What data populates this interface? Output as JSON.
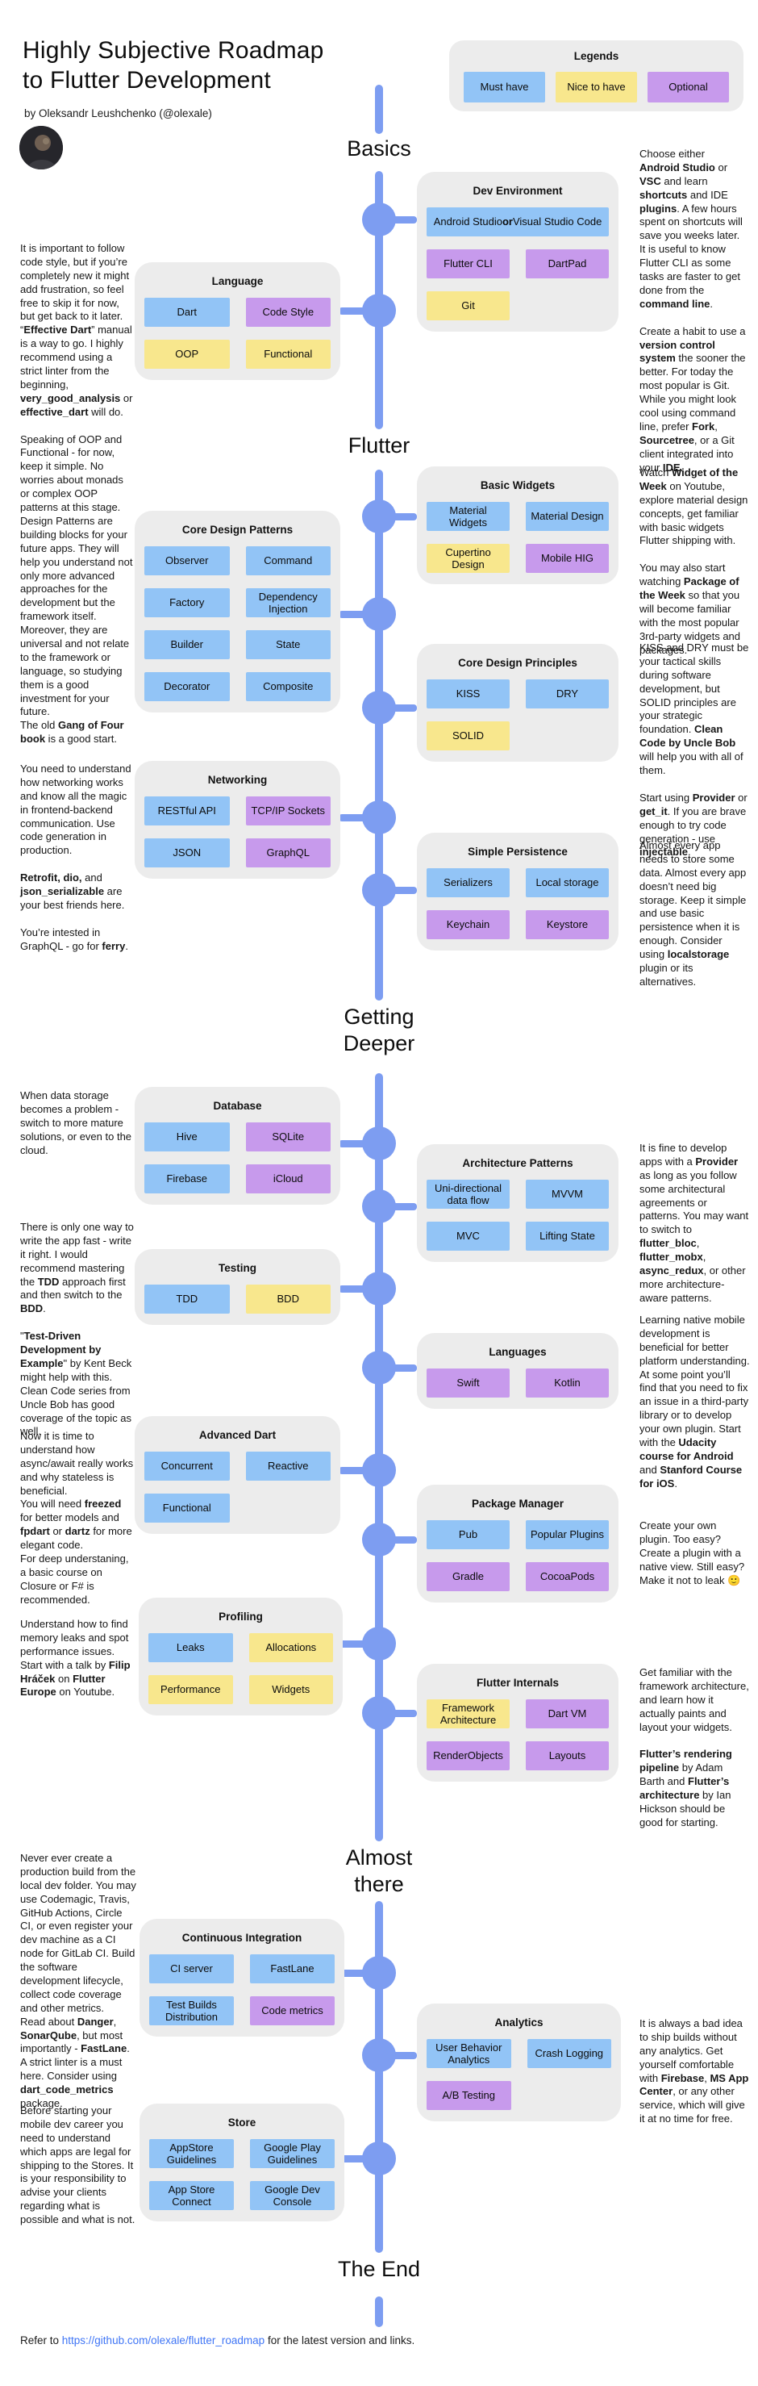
{
  "page": {
    "title_display": "Highly Subjective Roadmap\nto Flutter Development",
    "byline": "by Oleksandr Leushchenko (@olexale)",
    "footer_prefix": "Refer to ",
    "footer_link": "https://github.com/olexale/flutter_roadmap",
    "footer_suffix": " for the latest version and links."
  },
  "colors": {
    "must": "#92C4F6",
    "nice": "#F8E78D",
    "optional": "#C79AEC",
    "timeline": "#7D9DF1",
    "group_bg": "#ECECEC",
    "link": "#4076F6"
  },
  "legend": {
    "title": "Legends",
    "items": [
      {
        "label": "Must have",
        "type": "must"
      },
      {
        "label": "Nice to have",
        "type": "nice"
      },
      {
        "label": "Optional",
        "type": "optional"
      }
    ]
  },
  "milestones": [
    {
      "label": "Basics"
    },
    {
      "label": "Flutter"
    },
    {
      "label": "Getting\nDeeper"
    },
    {
      "label": "Almost\nthere"
    },
    {
      "label": "The End"
    }
  ],
  "groups": [
    {
      "id": "dev-environment",
      "title": "Dev Environment",
      "chips": [
        {
          "label": "Android Studio <b>or</b> Visual Studio Code",
          "type": "must",
          "wide": true
        },
        {
          "label": "Flutter CLI",
          "type": "optional"
        },
        {
          "label": "DartPad",
          "type": "optional"
        },
        {
          "label": "Git",
          "type": "nice"
        }
      ]
    },
    {
      "id": "language",
      "title": "Language",
      "chips": [
        {
          "label": "Dart",
          "type": "must"
        },
        {
          "label": "Code Style",
          "type": "optional"
        },
        {
          "label": "OOP",
          "type": "nice"
        },
        {
          "label": "Functional",
          "type": "nice"
        }
      ]
    },
    {
      "id": "basic-widgets",
      "title": "Basic Widgets",
      "chips": [
        {
          "label": "Material Widgets",
          "type": "must"
        },
        {
          "label": "Material Design",
          "type": "must"
        },
        {
          "label": "Cupertino Design",
          "type": "nice"
        },
        {
          "label": "Mobile HIG",
          "type": "optional"
        }
      ]
    },
    {
      "id": "core-design-patterns",
      "title": "Core Design Patterns",
      "chips": [
        {
          "label": "Observer",
          "type": "must"
        },
        {
          "label": "Command",
          "type": "must"
        },
        {
          "label": "Factory",
          "type": "must"
        },
        {
          "label": "Dependency Injection",
          "type": "must"
        },
        {
          "label": "Builder",
          "type": "must"
        },
        {
          "label": "State",
          "type": "must"
        },
        {
          "label": "Decorator",
          "type": "must"
        },
        {
          "label": "Composite",
          "type": "must"
        }
      ]
    },
    {
      "id": "core-design-principles",
      "title": "Core Design Principles",
      "chips": [
        {
          "label": "KISS",
          "type": "must"
        },
        {
          "label": "DRY",
          "type": "must"
        },
        {
          "label": "SOLID",
          "type": "nice"
        }
      ]
    },
    {
      "id": "networking",
      "title": "Networking",
      "chips": [
        {
          "label": "RESTful API",
          "type": "must"
        },
        {
          "label": "TCP/IP Sockets",
          "type": "optional"
        },
        {
          "label": "JSON",
          "type": "must"
        },
        {
          "label": "GraphQL",
          "type": "optional"
        }
      ]
    },
    {
      "id": "simple-persistence",
      "title": "Simple Persistence",
      "chips": [
        {
          "label": "Serializers",
          "type": "must"
        },
        {
          "label": "Local storage",
          "type": "must"
        },
        {
          "label": "Keychain",
          "type": "optional"
        },
        {
          "label": "Keystore",
          "type": "optional"
        }
      ]
    },
    {
      "id": "database",
      "title": "Database",
      "chips": [
        {
          "label": "Hive",
          "type": "must"
        },
        {
          "label": "SQLite",
          "type": "optional"
        },
        {
          "label": "Firebase",
          "type": "must"
        },
        {
          "label": "iCloud",
          "type": "optional"
        }
      ]
    },
    {
      "id": "architecture-patterns",
      "title": "Architecture Patterns",
      "chips": [
        {
          "label": "Uni-directional data flow",
          "type": "must"
        },
        {
          "label": "MVVM",
          "type": "must"
        },
        {
          "label": "MVC",
          "type": "must"
        },
        {
          "label": "Lifting State",
          "type": "must"
        }
      ]
    },
    {
      "id": "testing",
      "title": "Testing",
      "chips": [
        {
          "label": "TDD",
          "type": "must"
        },
        {
          "label": "BDD",
          "type": "nice"
        }
      ]
    },
    {
      "id": "languages",
      "title": "Languages",
      "chips": [
        {
          "label": "Swift",
          "type": "optional"
        },
        {
          "label": "Kotlin",
          "type": "optional"
        }
      ]
    },
    {
      "id": "advanced-dart",
      "title": "Advanced Dart",
      "chips": [
        {
          "label": "Concurrent",
          "type": "must"
        },
        {
          "label": "Reactive",
          "type": "must"
        },
        {
          "label": "Functional",
          "type": "must"
        }
      ]
    },
    {
      "id": "package-manager",
      "title": "Package Manager",
      "chips": [
        {
          "label": "Pub",
          "type": "must"
        },
        {
          "label": "Popular Plugins",
          "type": "must"
        },
        {
          "label": "Gradle",
          "type": "optional"
        },
        {
          "label": "CocoaPods",
          "type": "optional"
        }
      ]
    },
    {
      "id": "profiling",
      "title": "Profiling",
      "chips": [
        {
          "label": "Leaks",
          "type": "must"
        },
        {
          "label": "Allocations",
          "type": "nice"
        },
        {
          "label": "Performance",
          "type": "nice"
        },
        {
          "label": "Widgets",
          "type": "nice"
        }
      ]
    },
    {
      "id": "flutter-internals",
      "title": "Flutter Internals",
      "chips": [
        {
          "label": "Framework Architecture",
          "type": "nice"
        },
        {
          "label": "Dart VM",
          "type": "optional"
        },
        {
          "label": "RenderObjects",
          "type": "optional"
        },
        {
          "label": "Layouts",
          "type": "optional"
        }
      ]
    },
    {
      "id": "continuous-integration",
      "title": "Continuous Integration",
      "chips": [
        {
          "label": "CI server",
          "type": "must"
        },
        {
          "label": "FastLane",
          "type": "must"
        },
        {
          "label": "Test Builds Distribution",
          "type": "must"
        },
        {
          "label": "Code metrics",
          "type": "optional"
        }
      ]
    },
    {
      "id": "analytics",
      "title": "Analytics",
      "chips": [
        {
          "label": "User Behavior Analytics",
          "type": "must"
        },
        {
          "label": "Crash Logging",
          "type": "must"
        },
        {
          "label": "A/B Testing",
          "type": "optional"
        }
      ]
    },
    {
      "id": "store",
      "title": "Store",
      "chips": [
        {
          "label": "AppStore Guidelines",
          "type": "must"
        },
        {
          "label": "Google Play Guidelines",
          "type": "must"
        },
        {
          "label": "App Store Connect",
          "type": "must"
        },
        {
          "label": "Google Dev Console",
          "type": "must"
        }
      ]
    }
  ],
  "notes": [
    {
      "id": "note-dev-environment",
      "paragraphs": [
        "Choose either <b>Android Studio</b> or <b>VSC</b> and learn <b>shortcuts</b> and IDE <b>plugins</b>. A few hours spent on shortcuts will save you weeks later. It is useful to know Flutter CLI as some tasks are faster to get done from the <b>command line</b>.",
        "Create a habit to use a <b>version control system</b> the sooner the better. For today the most popular is Git. While you might look cool using command line, prefer <b>Fork</b>, <b>Sourcetree</b>, or a Git client integrated into your <b>IDE</b>."
      ]
    },
    {
      "id": "note-language",
      "paragraphs": [
        "It is important to follow code style, but if you’re completely new it might add frustration, so feel free to skip it for now, but get back to it later. “<b>Effective Dart</b>” manual is a way to go. I highly recommend using a strict linter from the beginning, <b>very_good_analysis</b> or <b>effective_dart</b> will do.",
        "Speaking of OOP and Functional - for now, keep it simple. No worries about monads or complex OOP patterns at this stage."
      ]
    },
    {
      "id": "note-core-design-patterns",
      "paragraphs": [
        "Design Patterns are building blocks for your future apps. They will help you understand not only more advanced approaches for the development but the framework itself. Moreover, they are universal and not relate to the framework or language, so studying them is a good investment for your future.<br>The old <b>Gang of Four book</b> is a good start."
      ]
    },
    {
      "id": "note-basic-widgets",
      "paragraphs": [
        "Watch <b>Widget of the Week</b> on Youtube, explore material design concepts, get familiar with basic widgets Flutter shipping with.",
        "You may also start watching <b>Package of the Week</b> so that you will become familiar with the most popular 3rd-party widgets and packages."
      ]
    },
    {
      "id": "note-core-design-principles",
      "paragraphs": [
        "KISS and DRY must be your tactical skills during software development, but SOLID principles are your strategic foundation. <b>Clean Code by Uncle Bob</b> will help you with all of them.",
        "Start using <b>Provider</b> or <b>get_it</b>. If you are brave enough to try code generation - use <b>injectable</b>."
      ]
    },
    {
      "id": "note-networking",
      "paragraphs": [
        "You need to understand how networking works and know all the magic in frontend-backend communication. Use code generation in production.",
        "<b>Retrofit, dio,</b> and <b>json_serializable</b> are your best friends here.",
        "You’re intested in GraphQL - go for <b>ferry</b>."
      ]
    },
    {
      "id": "note-simple-persistence",
      "paragraphs": [
        "Almost every app needs to store some data. Almost every app doesn’t need big storage. Keep it simple and use basic persistence when it is enough. Consider using <b>localstorage</b> plugin or its alternatives."
      ]
    },
    {
      "id": "note-database",
      "paragraphs": [
        "When data storage becomes a problem - switch to more mature solutions, or even to the cloud."
      ]
    },
    {
      "id": "note-testing",
      "paragraphs": [
        "There is only one way to write the app fast - write it right. I would recommend mastering the <b>TDD</b> approach first and then switch to the <b>BDD</b>.",
        "\"<b>Test-Driven Development by Example</b>\" by Kent Beck might help with this. Clean Code series from Uncle Bob has good coverage of the topic as well."
      ]
    },
    {
      "id": "note-architecture-patterns",
      "paragraphs": [
        "It is fine to develop apps with a <b>Provider</b> as long as you follow some architectural agreements or patterns. You may want to switch to <b>flutter_bloc</b>, <b>flutter_mobx</b>, <b>async_redux</b>, or other more architecture-aware patterns."
      ]
    },
    {
      "id": "note-languages",
      "paragraphs": [
        "Learning native mobile development is beneficial for better platform understanding. At some point you’ll find that you need to fix an issue in a third-party library or to develop your own plugin. Start with the <b>Udacity course for Android</b> and <b>Stanford Course for iOS</b>."
      ]
    },
    {
      "id": "note-advanced-dart",
      "paragraphs": [
        "Now it is time to understand how async/await really works and why stateless is beneficial.<br>You will need <b>freezed</b> for better models and <b>fpdart</b> or <b>dartz</b> for more elegant code.<br>For deep understaning, a basic course on Closure or F# is recommended."
      ]
    },
    {
      "id": "note-package-manager",
      "paragraphs": [
        "Create your own plugin. Too easy? Create a plugin with a native view. Still easy? Make it not to leak 🙂"
      ]
    },
    {
      "id": "note-profiling",
      "paragraphs": [
        "Understand how to find memory leaks and spot performance issues. Start with a talk by <b>Filip Hráček</b> on <b>Flutter Europe</b> on Youtube."
      ]
    },
    {
      "id": "note-flutter-internals",
      "paragraphs": [
        "Get familiar with the framework architecture, and learn how it actually paints and layout your widgets.",
        "<b>Flutter’s rendering pipeline</b> by Adam Barth and <b>Flutter’s architecture</b> by Ian Hickson should be good for starting."
      ]
    },
    {
      "id": "note-continuous-integration",
      "paragraphs": [
        "Never ever create a production build from the local dev folder. You may use Codemagic, Travis, GitHub Actions, Circle CI, or even register your dev machine as a CI node for GitLab CI. Build the software development lifecycle, collect code coverage and other metrics.<br>Read about <b>Danger</b>, <b>SonarQube</b>, but most importantly - <b>FastLane</b>. A strict linter is a must here. Consider using <b>dart_code_metrics</b> package."
      ]
    },
    {
      "id": "note-analytics",
      "paragraphs": [
        "It is always a bad idea to ship builds without any analytics. Get yourself comfortable with <b>Firebase</b>, <b>MS App Center</b>, or any other service, which will give it at no time for free."
      ]
    },
    {
      "id": "note-store",
      "paragraphs": [
        "Before starting your mobile dev career you need to understand which apps are legal for shipping to the Stores. It is your responsibility to advise your clients regarding what is possible and what is not."
      ]
    }
  ]
}
